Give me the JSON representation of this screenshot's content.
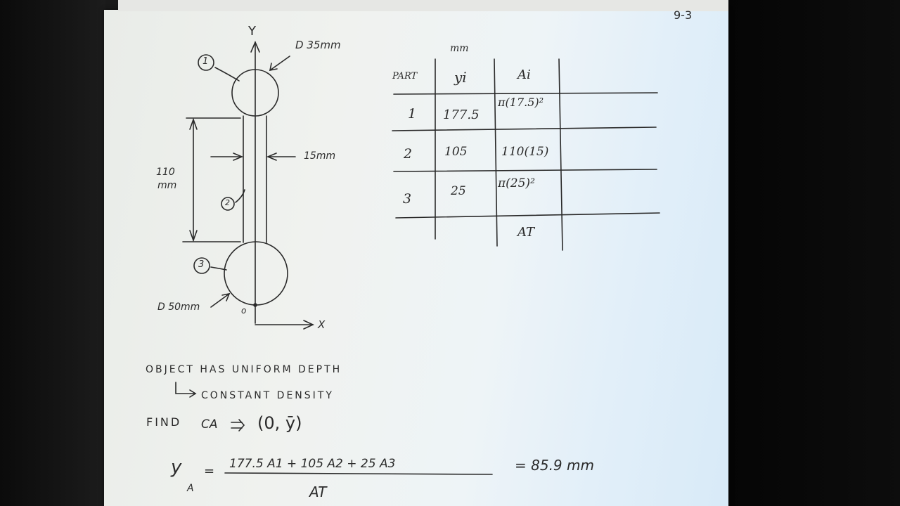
{
  "page_number": "9-3",
  "diagram": {
    "y_axis_label": "Y",
    "x_axis_label": "X",
    "origin_label": "o",
    "top_diameter": "D 35mm",
    "bottom_diameter": "D 50mm",
    "rod_width": "15mm",
    "length_value": "110",
    "length_unit": "mm",
    "part_markers": [
      "1",
      "2",
      "3"
    ]
  },
  "table": {
    "unit": "mm",
    "headers": [
      "PART",
      "yi",
      "Ai"
    ],
    "rows": [
      {
        "part": "1",
        "y": "177.5",
        "area": "π(17.5)²"
      },
      {
        "part": "2",
        "y": "105",
        "area": "110(15)"
      },
      {
        "part": "3",
        "y": "25",
        "area": "π(25)²"
      }
    ],
    "total_label": "AT"
  },
  "notes": {
    "line1": "OBJECT HAS UNIFORM DEPTH",
    "line2": "CONSTANT DENSITY",
    "find_prefix": "FIND",
    "find_symbol": "CA",
    "find_result": "(0, ȳ)"
  },
  "equation": {
    "lhs": "y",
    "lhs_sub": "A",
    "numerator": "177.5 A1 + 105 A2 + 25 A3",
    "denominator": "AT",
    "result": "= 85.9 mm"
  }
}
